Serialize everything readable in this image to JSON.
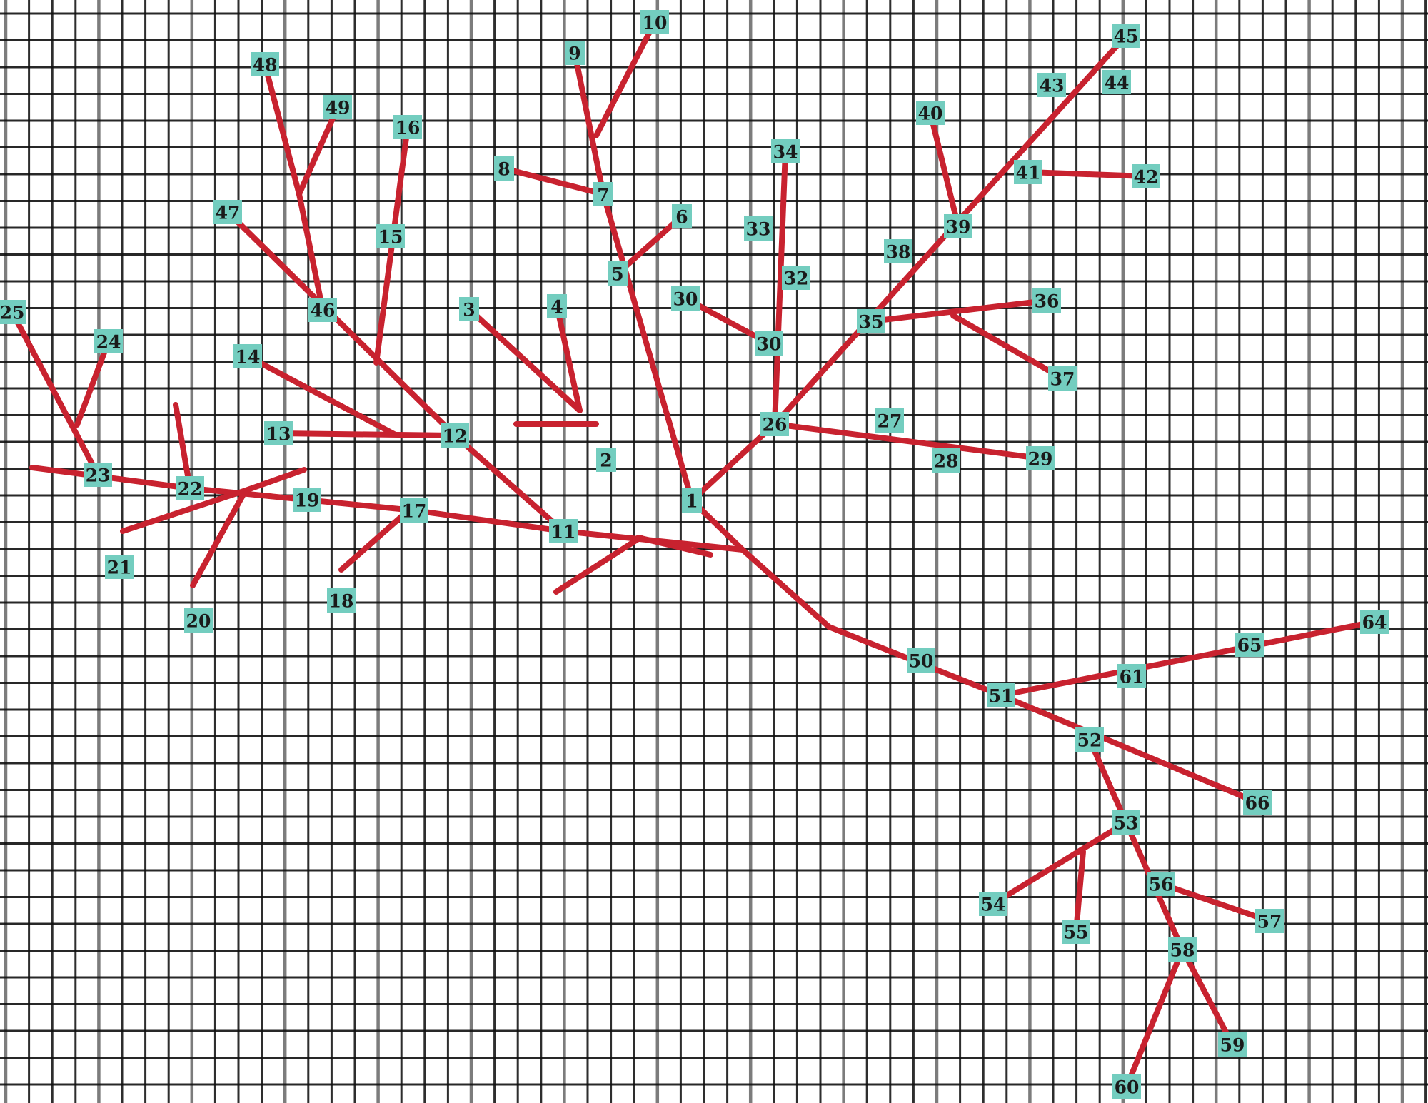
{
  "colors": {
    "background": "#ffffff",
    "grid": "#111111",
    "branch": "#c8222f",
    "node_fill": "#73cdbf",
    "label": "#1a1a1a"
  },
  "nodes": [
    {
      "id": "n1",
      "label": "1"
    },
    {
      "id": "n2",
      "label": "2"
    },
    {
      "id": "n3",
      "label": "3"
    },
    {
      "id": "n4",
      "label": "4"
    },
    {
      "id": "n5",
      "label": "5"
    },
    {
      "id": "n6",
      "label": "6"
    },
    {
      "id": "n7",
      "label": "7"
    },
    {
      "id": "n8",
      "label": "8"
    },
    {
      "id": "n9",
      "label": "9"
    },
    {
      "id": "n10",
      "label": "10"
    },
    {
      "id": "n11",
      "label": "11"
    },
    {
      "id": "n12",
      "label": "12"
    },
    {
      "id": "n13",
      "label": "13"
    },
    {
      "id": "n14",
      "label": "14"
    },
    {
      "id": "n15",
      "label": "15"
    },
    {
      "id": "n16",
      "label": "16"
    },
    {
      "id": "n17",
      "label": "17"
    },
    {
      "id": "n18",
      "label": "18"
    },
    {
      "id": "n19",
      "label": "19"
    },
    {
      "id": "n20",
      "label": "20"
    },
    {
      "id": "n21",
      "label": "21"
    },
    {
      "id": "n22",
      "label": "22"
    },
    {
      "id": "n23",
      "label": "23"
    },
    {
      "id": "n24",
      "label": "24"
    },
    {
      "id": "n25",
      "label": "25"
    },
    {
      "id": "n26",
      "label": "26"
    },
    {
      "id": "n27",
      "label": "27"
    },
    {
      "id": "n28",
      "label": "28"
    },
    {
      "id": "n29",
      "label": "29"
    },
    {
      "id": "n30a",
      "label": "30"
    },
    {
      "id": "n30b",
      "label": "30"
    },
    {
      "id": "n32",
      "label": "32"
    },
    {
      "id": "n33",
      "label": "33"
    },
    {
      "id": "n34",
      "label": "34"
    },
    {
      "id": "n35",
      "label": "35"
    },
    {
      "id": "n36",
      "label": "36"
    },
    {
      "id": "n37",
      "label": "37"
    },
    {
      "id": "n38",
      "label": "38"
    },
    {
      "id": "n39",
      "label": "39"
    },
    {
      "id": "n40",
      "label": "40"
    },
    {
      "id": "n41",
      "label": "41"
    },
    {
      "id": "n42",
      "label": "42"
    },
    {
      "id": "n43",
      "label": "43"
    },
    {
      "id": "n44",
      "label": "44"
    },
    {
      "id": "n45",
      "label": "45"
    },
    {
      "id": "n46",
      "label": "46"
    },
    {
      "id": "n47",
      "label": "47"
    },
    {
      "id": "n48",
      "label": "48"
    },
    {
      "id": "n49",
      "label": "49"
    },
    {
      "id": "n50",
      "label": "50"
    },
    {
      "id": "n51",
      "label": "51"
    },
    {
      "id": "n52",
      "label": "52"
    },
    {
      "id": "n53",
      "label": "53"
    },
    {
      "id": "n54",
      "label": "54"
    },
    {
      "id": "n55",
      "label": "55"
    },
    {
      "id": "n56",
      "label": "56"
    },
    {
      "id": "n57",
      "label": "57"
    },
    {
      "id": "n58",
      "label": "58"
    },
    {
      "id": "n59",
      "label": "59"
    },
    {
      "id": "n60",
      "label": "60"
    },
    {
      "id": "n61",
      "label": "61"
    },
    {
      "id": "n64",
      "label": "64"
    },
    {
      "id": "n65",
      "label": "65"
    },
    {
      "id": "n66",
      "label": "66"
    }
  ]
}
